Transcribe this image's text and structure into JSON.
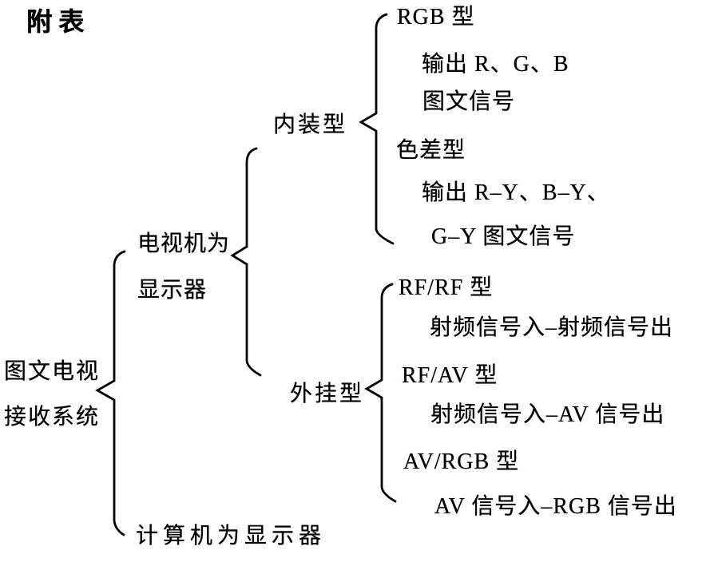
{
  "page_title": "附表",
  "colors": {
    "ink": "#000000",
    "background": "#ffffff"
  },
  "tree": {
    "root": {
      "line1": "图文电视",
      "line2": "接收系统"
    },
    "branches": [
      {
        "label_line1": "电视机为",
        "label_line2": "显示器",
        "groups": [
          {
            "label": "内装型",
            "types": [
              {
                "name": "RGB 型",
                "details": [
                  "输出 R、G、B",
                  "图文信号"
                ]
              },
              {
                "name": "色差型",
                "details": [
                  "输出 R–Y、B–Y、",
                  "G–Y 图文信号"
                ]
              }
            ]
          },
          {
            "label": "外挂型",
            "types": [
              {
                "name": "RF/RF 型",
                "details": [
                  "射频信号入–射频信号出"
                ]
              },
              {
                "name": "RF/AV 型",
                "details": [
                  "射频信号入–AV 信号出"
                ]
              },
              {
                "name": "AV/RGB 型",
                "details": [
                  "AV 信号入–RGB 信号出"
                ]
              }
            ]
          }
        ]
      },
      {
        "label": "计算机为显示器"
      }
    ]
  }
}
